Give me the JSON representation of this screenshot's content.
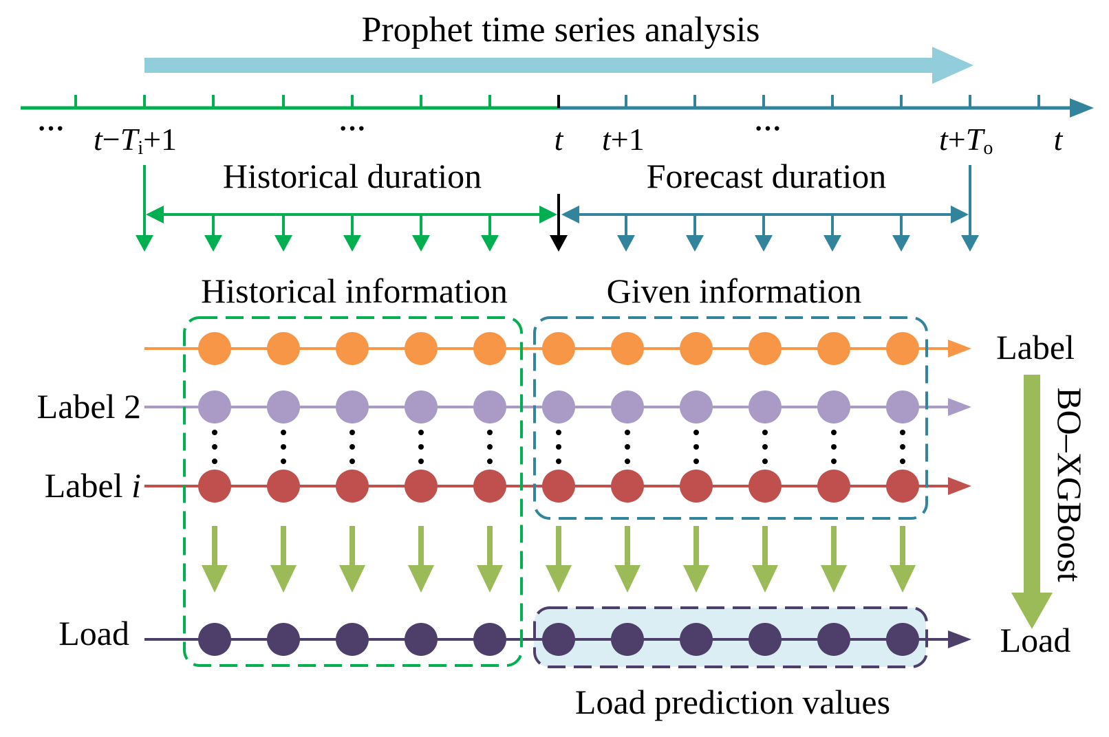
{
  "colors": {
    "green": "#00B050",
    "teal": "#31849B",
    "blue_arrow": "#92CDDC",
    "orange": "#F79646",
    "purple_light": "#A99BC6",
    "red": "#C0504D",
    "dark_purple": "#4E3E6A",
    "olive": "#9BBB59",
    "black": "#000000",
    "shade": "#DAEEF3"
  },
  "title": "Prophet time series analysis",
  "ticks": {
    "ellipsis": "···",
    "t_minus": "t",
    "minus": "−",
    "T": "T",
    "T_sub_i": "i",
    "plus_one": "+1",
    "t": "t",
    "t_plus_one_t": "t",
    "t_plus_one_rest": "+1",
    "t_plus_To_t": "t",
    "t_plus_To_plus": "+",
    "T_o": "T",
    "T_sub_o": "o",
    "axis_end": "t"
  },
  "durations": {
    "historical": "Historical duration",
    "forecast": "Forecast duration"
  },
  "info": {
    "historical": "Historical information",
    "given": "Given information"
  },
  "rows": {
    "label2": "Label 2",
    "label_i_prefix": "Label ",
    "label_i_var": "i",
    "load": "Load"
  },
  "right": {
    "label": "Label",
    "load": "Load",
    "model": "BO–XGBoost"
  },
  "bottom": {
    "prediction": "Load prediction values"
  }
}
